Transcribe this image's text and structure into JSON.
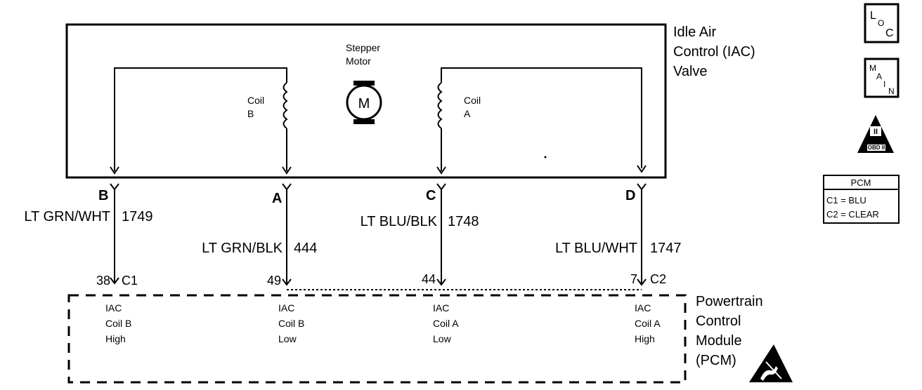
{
  "iac_valve": {
    "label_lines": [
      "Idle Air",
      "Control (IAC)",
      "Valve"
    ],
    "stepper_motor_lines": [
      "Stepper",
      "Motor"
    ],
    "motor_symbol": "M",
    "coil_b_lines": [
      "Coil",
      "B"
    ],
    "coil_a_lines": [
      "Coil",
      "A"
    ]
  },
  "connectors": [
    {
      "letter": "B",
      "wire_color": "LT GRN/WHT",
      "circuit": "1749",
      "pcm_pin": "38",
      "pcm_connector": "C1"
    },
    {
      "letter": "A",
      "wire_color": "LT GRN/BLK",
      "circuit": "444",
      "pcm_pin": "49",
      "pcm_connector": ""
    },
    {
      "letter": "C",
      "wire_color": "LT BLU/BLK",
      "circuit": "1748",
      "pcm_pin": "44",
      "pcm_connector": ""
    },
    {
      "letter": "D",
      "wire_color": "LT BLU/WHT",
      "circuit": "1747",
      "pcm_pin": "7",
      "pcm_connector": "C2"
    }
  ],
  "pcm": {
    "label_lines": [
      "Powertrain",
      "Control",
      "Module",
      "(PCM)"
    ],
    "terminals": [
      {
        "lines": [
          "IAC",
          "Coil B",
          "High"
        ]
      },
      {
        "lines": [
          "IAC",
          "Coil B",
          "Low"
        ]
      },
      {
        "lines": [
          "IAC",
          "Coil A",
          "Low"
        ]
      },
      {
        "lines": [
          "IAC",
          "Coil A",
          "High"
        ]
      }
    ]
  },
  "badges": {
    "loc": {
      "l": "L",
      "o": "O",
      "c": "C"
    },
    "main": {
      "m": "M",
      "a": "A",
      "i": "I",
      "n": "N"
    },
    "obd": {
      "numeral": "II",
      "text": "OBD II"
    },
    "pcm_legend": {
      "title": "PCM",
      "lines": [
        "C1 = BLU",
        "C2 = CLEAR"
      ]
    }
  },
  "icons": [
    "esd-warning-icon",
    "motor-icon",
    "coil-icon",
    "obd-ii-icon"
  ],
  "colors": {
    "ink": "#000000",
    "paper": "#ffffff"
  }
}
